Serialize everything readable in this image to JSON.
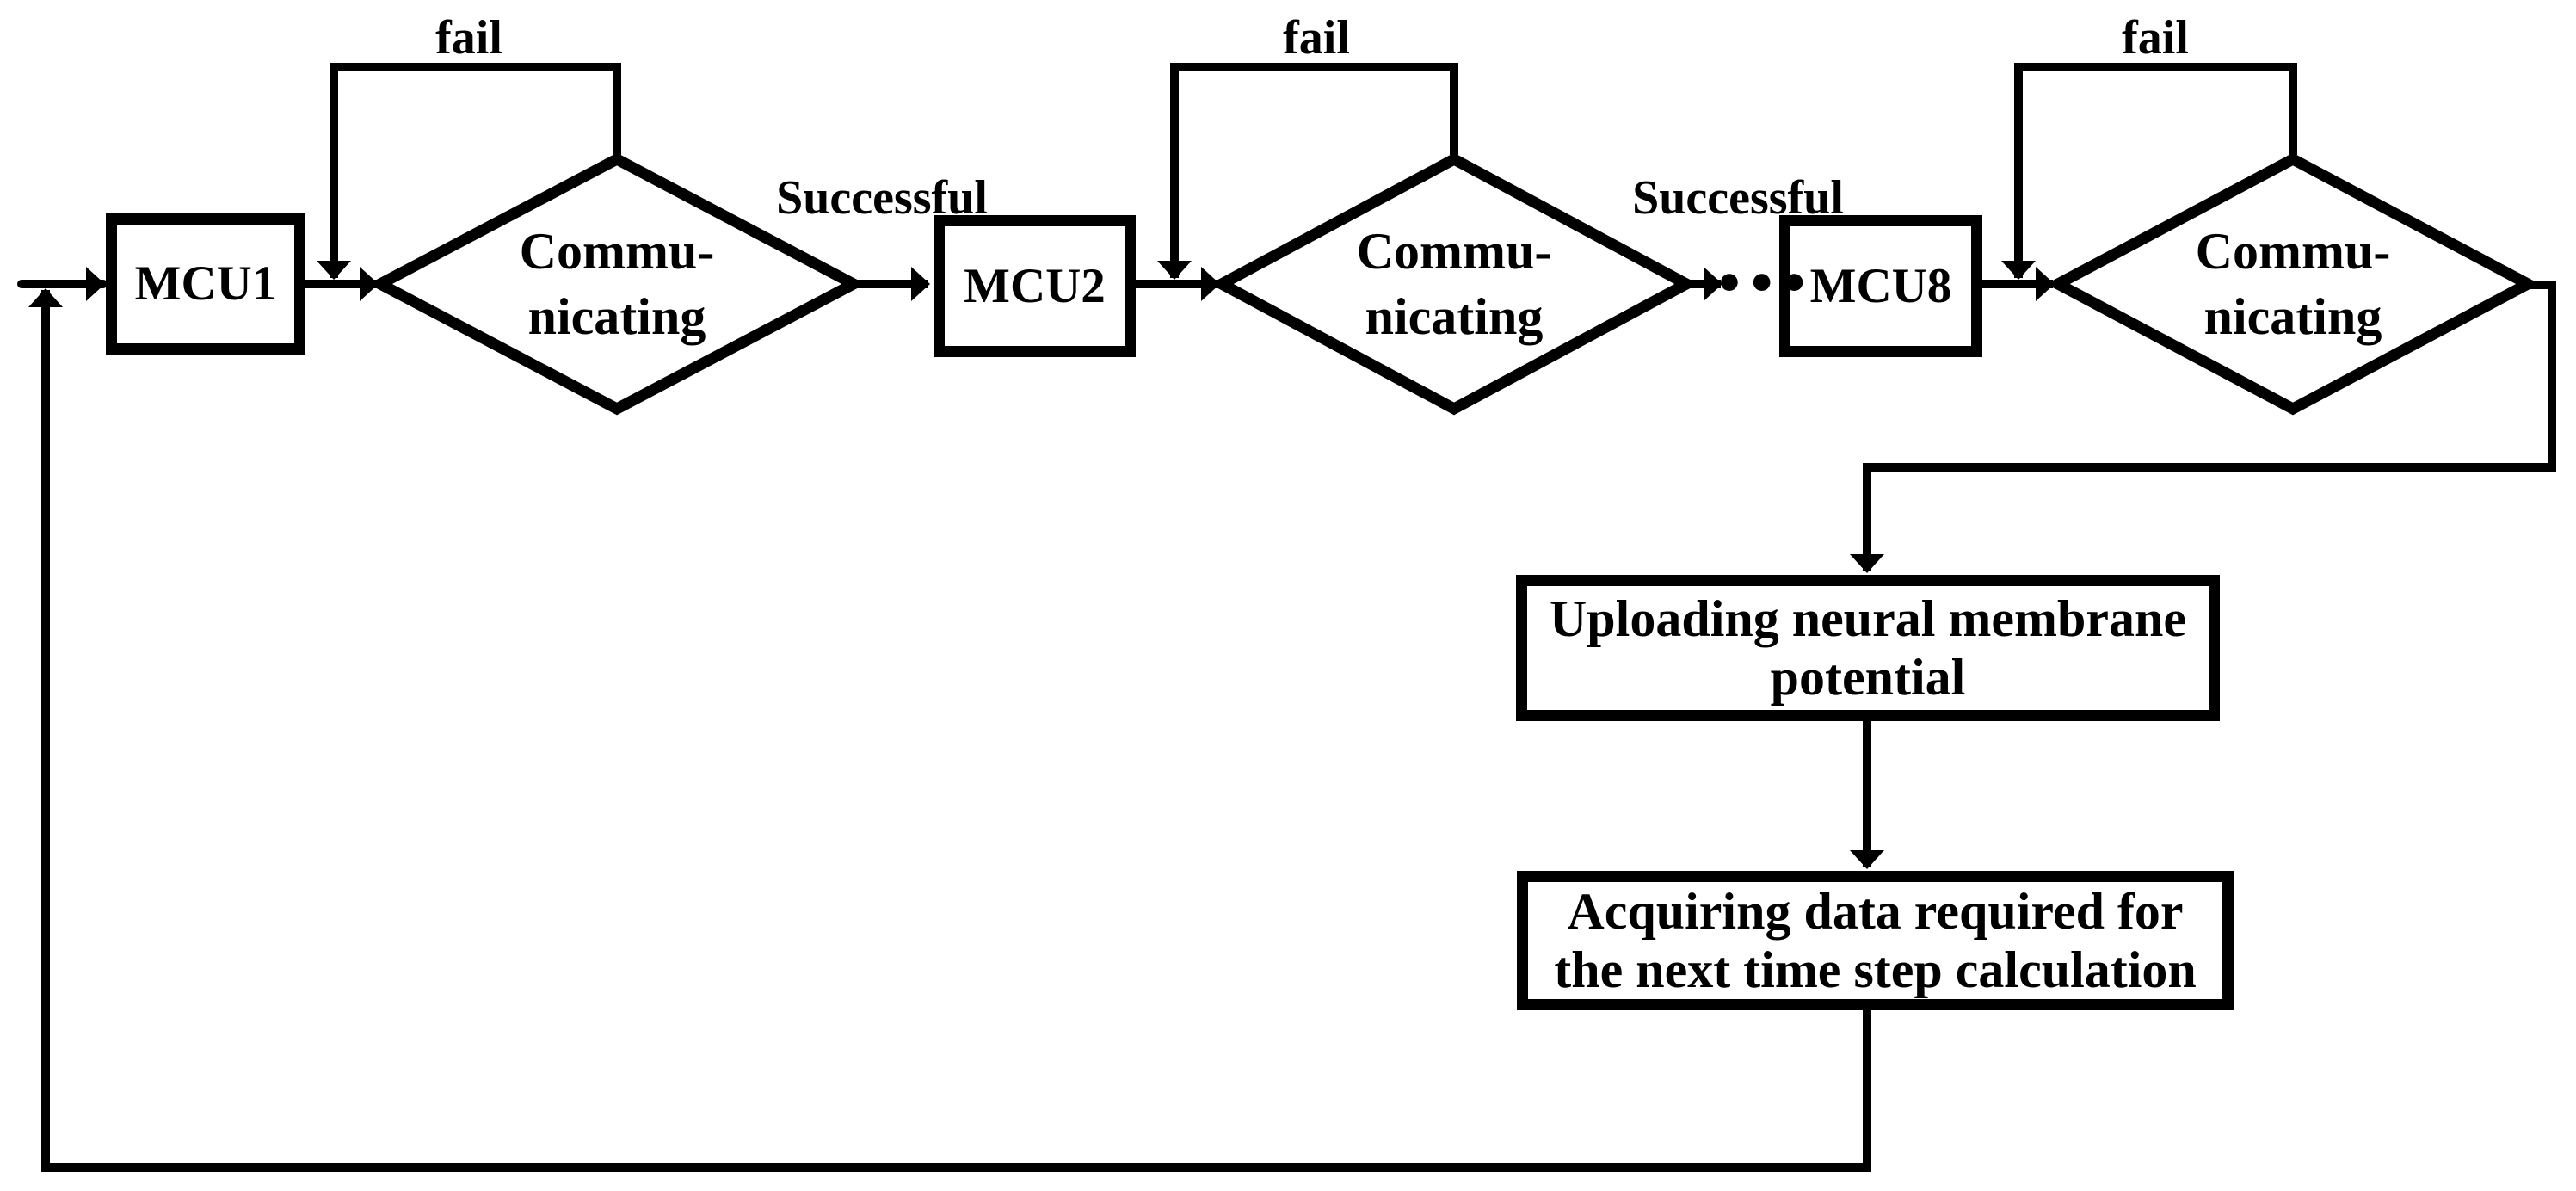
{
  "flowchart": {
    "colors": {
      "line": "#000000",
      "background": "#ffffff",
      "text": "#000000"
    },
    "process_boxes": [
      {
        "label": "MCU1"
      },
      {
        "label": "MCU2"
      },
      {
        "label": "MCU8"
      }
    ],
    "decisions": [
      {
        "line1": "Commu-",
        "line2": "nicating"
      },
      {
        "line1": "Commu-",
        "line2": "nicating"
      },
      {
        "line1": "Commu-",
        "line2": "nicating"
      }
    ],
    "actions": [
      {
        "line1": "Uploading neural membrane",
        "line2": "potential"
      },
      {
        "line1": "Acquiring data required for",
        "line2": "the next time step calculation"
      }
    ],
    "edge_labels": {
      "fail_1": "fail",
      "fail_2": "fail",
      "fail_3": "fail",
      "successful_1": "Successful",
      "successful_2": "Successful",
      "ellipsis": "•••"
    }
  }
}
